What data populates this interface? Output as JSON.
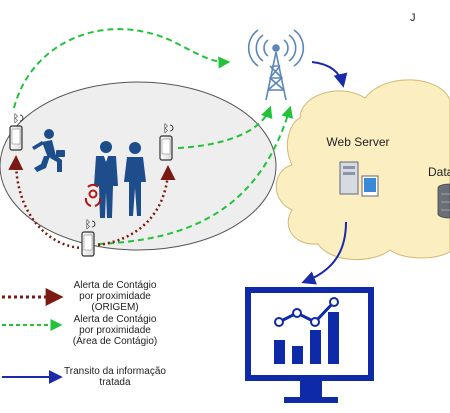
{
  "stray_mark": "J",
  "nodes": {
    "web_server": "Web Server",
    "database_partial": "Data"
  },
  "legend": {
    "origin": {
      "line1": "Alerta de Contágio",
      "line2": "por proximidade",
      "line3": "(ORIGEM)",
      "color": "#7a1a12"
    },
    "area": {
      "line1": "Alerta de Contágio",
      "line2": "por proximidade",
      "line3": "(Área de Contágio)",
      "color": "#22c23a"
    },
    "transit": {
      "line1": "Transito da informação",
      "line2": "tratada",
      "color": "#1a2aa8"
    }
  },
  "colors": {
    "zone_fill": "#eeeeee",
    "cloud_fill": "#fbeec0",
    "monitor_blue": "#0f2aa8",
    "person_blue": "#1d4d8a"
  },
  "icons": [
    "bluetooth-phone-icon",
    "cell-tower-icon",
    "running-person-icon",
    "biohazard-icon",
    "server-icon",
    "database-icon",
    "monitor-chart-icon"
  ]
}
